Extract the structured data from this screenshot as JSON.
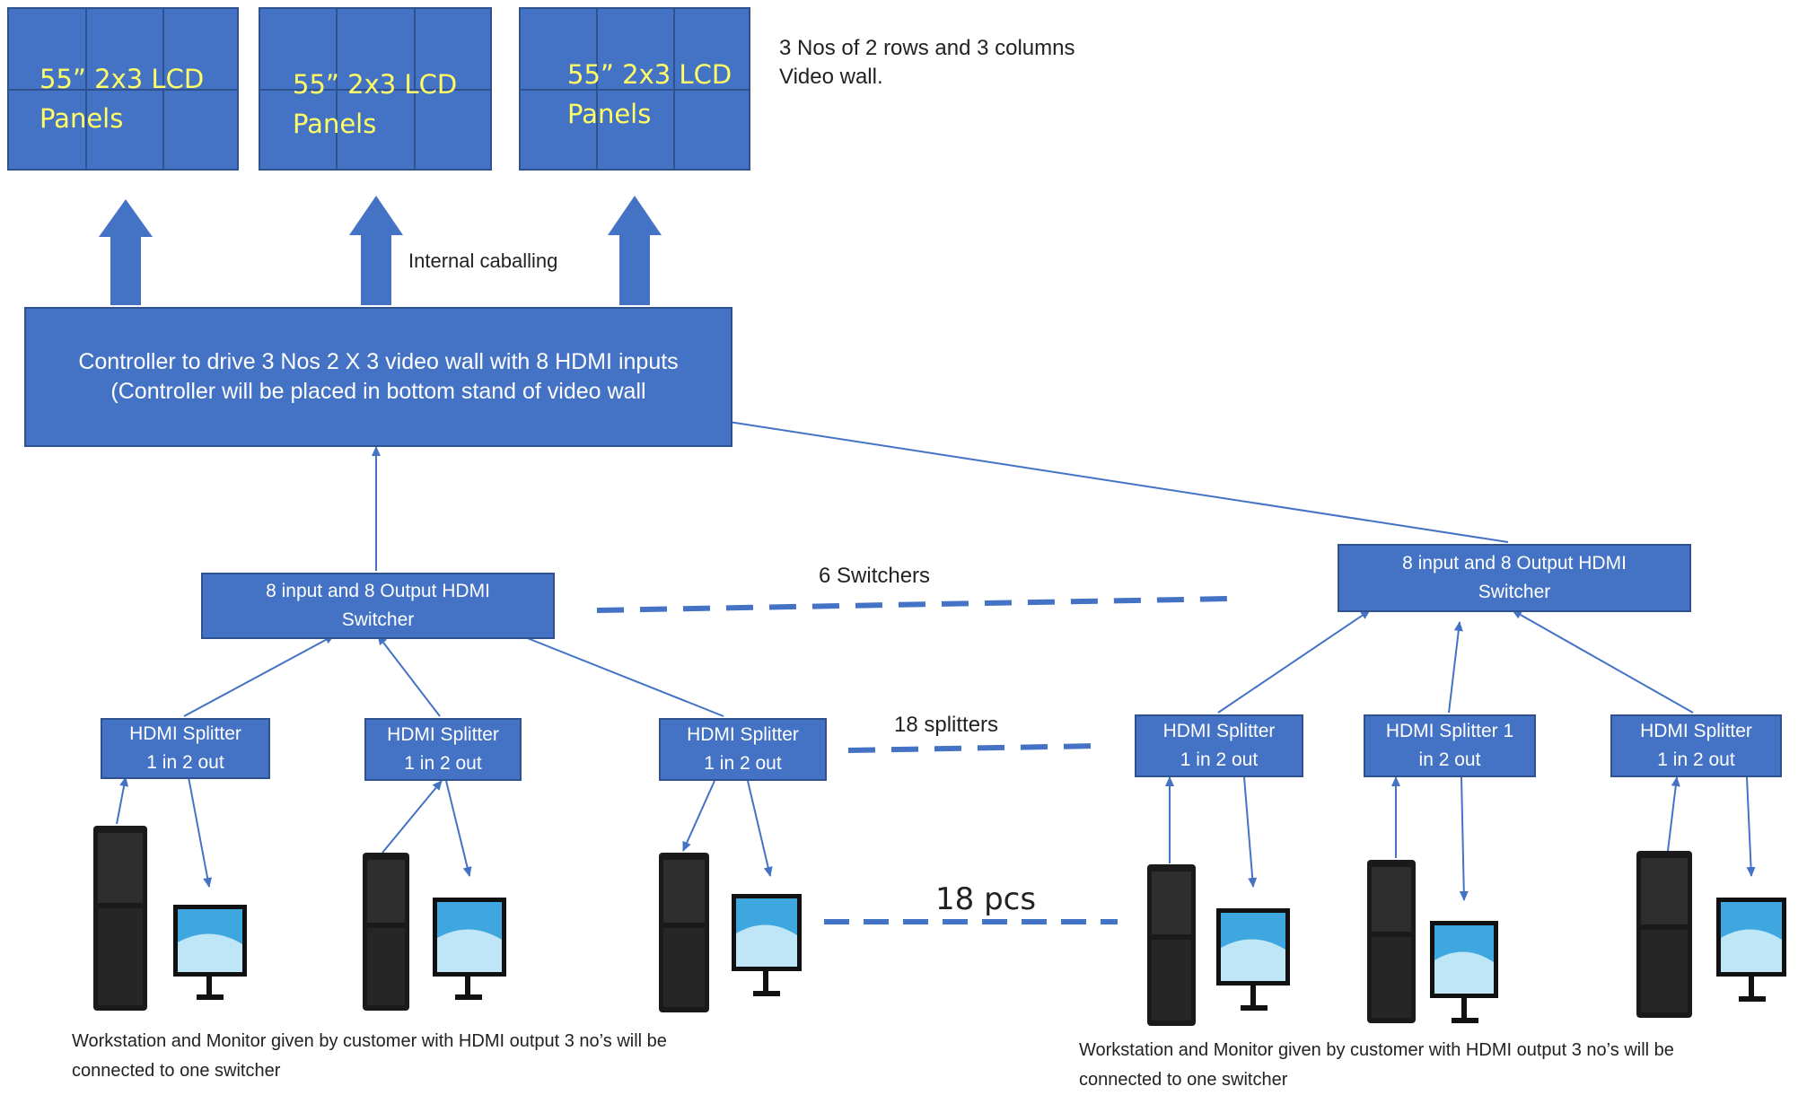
{
  "panels": [
    {
      "line1": "55” 2x3 LCD",
      "line2": "Panels"
    },
    {
      "line1": "55” 2x3 LCD",
      "line2": "Panels"
    },
    {
      "line1": "55” 2x3 LCD",
      "line2": "Panels"
    }
  ],
  "wall_note": {
    "line1": "3 Nos of 2 rows and 3 columns",
    "line2": "Video wall."
  },
  "internal_cabling_label": "Internal caballing",
  "controller": {
    "line1": "Controller to drive 3 Nos 2 X 3 video wall with 8 HDMI inputs",
    "line2": "(Controller will be placed in bottom stand of video wall"
  },
  "switchers": [
    {
      "line1": "8 input and 8 Output HDMI",
      "line2": "Switcher"
    },
    {
      "line1": "8 input and 8 Output HDMI",
      "line2": "Switcher"
    }
  ],
  "switchers_count_label": "6 Switchers",
  "splitters": [
    {
      "line1": "HDMI Splitter",
      "line2": "1 in 2 out"
    },
    {
      "line1": "HDMI Splitter",
      "line2": "1 in 2 out"
    },
    {
      "line1": "HDMI Splitter",
      "line2": "1 in 2 out"
    },
    {
      "line1": "HDMI Splitter",
      "line2": "1 in 2 out"
    },
    {
      "line1": "HDMI Splitter 1",
      "line2": "in 2 out"
    },
    {
      "line1": "HDMI Splitter",
      "line2": "1 in 2 out"
    }
  ],
  "splitters_count_label": "18 splitters",
  "workstations_count_label": "18 pcs",
  "captions": [
    {
      "line1": "Workstation and Monitor given by customer with HDMI output 3 no’s will be",
      "line2": "connected to one switcher"
    },
    {
      "line1": "Workstation and Monitor given by customer with HDMI output 3 no’s will be",
      "line2": "connected to one switcher"
    }
  ],
  "colors": {
    "box_fill": "#4472C4",
    "box_border": "#2F528F",
    "panel_text": "#FFFF66",
    "connector": "#4472C4"
  },
  "icons": {
    "workstation": "tower-pc-icon",
    "monitor": "monitor-icon"
  }
}
